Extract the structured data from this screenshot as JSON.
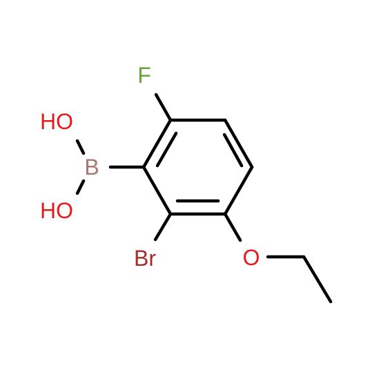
{
  "molecule": {
    "atoms": {
      "fluorine": {
        "symbol": "F",
        "color": "#6aa33a"
      },
      "hydroxyl_top": {
        "symbol": "HO",
        "color": "#e8191c"
      },
      "boron": {
        "symbol": "B",
        "color": "#a87770"
      },
      "hydroxyl_bottom": {
        "symbol": "HO",
        "color": "#e8191c"
      },
      "bromine": {
        "symbol": "Br",
        "color": "#a52a2a"
      },
      "ether_oxygen": {
        "symbol": "O",
        "color": "#e8191c"
      }
    },
    "bond_color": "#000000"
  }
}
